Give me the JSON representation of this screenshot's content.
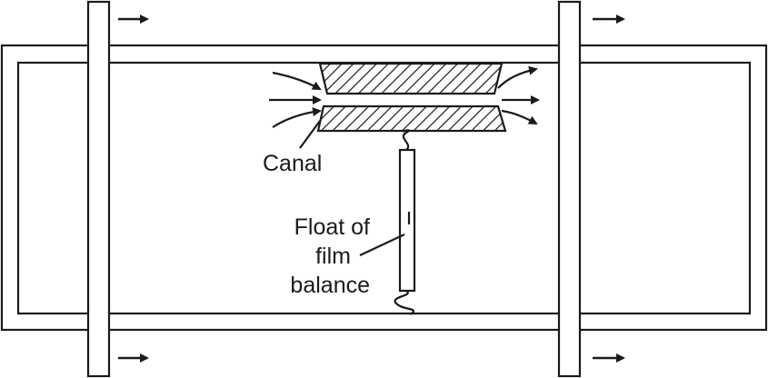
{
  "labels": {
    "canal": "Canal",
    "float_line1": "Float of",
    "float_line2": "film",
    "float_line3": "balance"
  },
  "colors": {
    "ink": "#1a1a1a",
    "background": "#ffffff"
  }
}
